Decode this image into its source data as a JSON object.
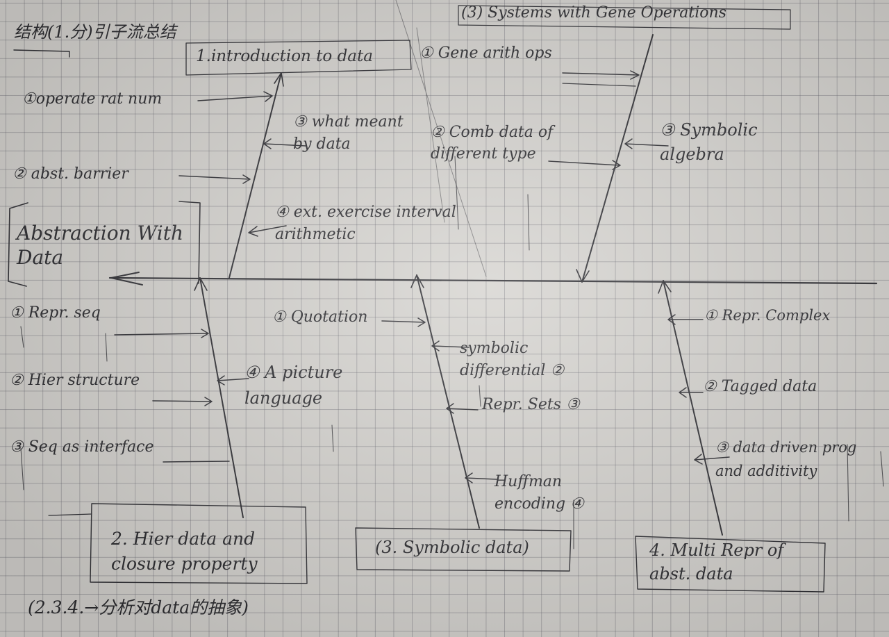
{
  "header": {
    "title_cn": "结构(1.分)引子流总结",
    "box_intro": "1.introduction to data",
    "box_section3_title": "(3) Systems with Gene Operations"
  },
  "fishbone": {
    "spine_head": "Abstraction With Data",
    "footer_note": "(2.3.4.→分析对data的抽象)"
  },
  "groups": [
    {
      "id": "intro",
      "items": [
        "①operate rat num",
        "② abst. barrier",
        "③ what meant by data",
        "④ ext. exercise interval arithmetic"
      ]
    },
    {
      "id": "generic-ops",
      "items": [
        "① Gene arith ops",
        "② Comb data of different type",
        "③ Symbolic algebra"
      ]
    },
    {
      "id": "hier-data",
      "label": "2. Hier data and closure property",
      "items": [
        "① Repr. seq",
        "② Hier structure",
        "③ Seq as interface",
        "④ A picture language"
      ]
    },
    {
      "id": "symbolic",
      "label": "(3. Symbolic data)",
      "items": [
        "① Quotation",
        "symbolic differential ②",
        "Repr. Sets ③",
        "Huffman encoding ④"
      ]
    },
    {
      "id": "multi-repr",
      "label": "4. Multi Repr of abst. data",
      "items": [
        "① Repr. Complex",
        "② Tagged data",
        "③ data driven prog and additivity"
      ]
    }
  ],
  "colors": {
    "paper": "#d6d4d0",
    "grid": "#5f5f69",
    "pencil": "#2c2c30"
  }
}
